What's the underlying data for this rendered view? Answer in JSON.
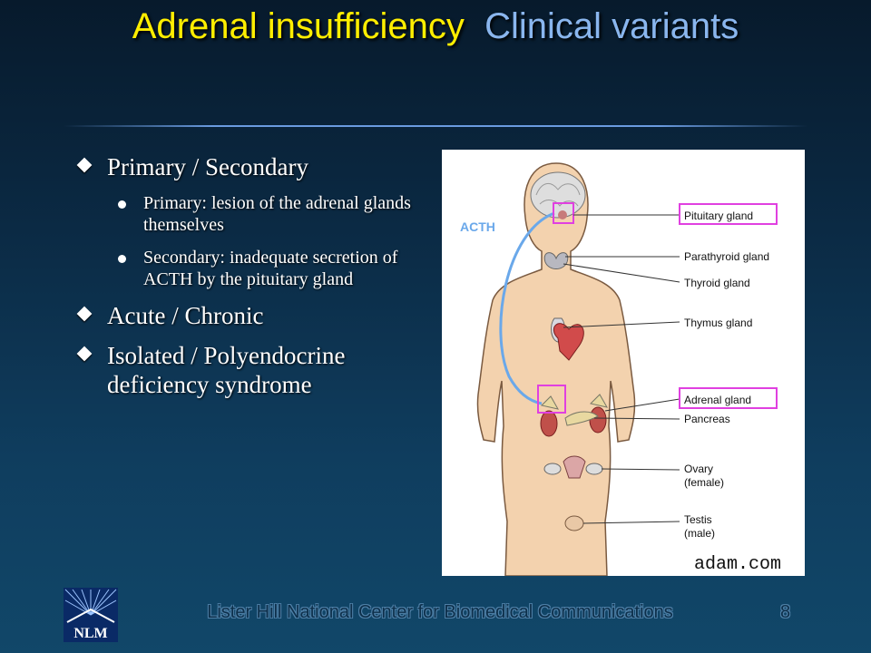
{
  "title": {
    "part1": "Adrenal insufficiency",
    "part2": "Clinical variants"
  },
  "bullets": [
    {
      "text": "Primary / Secondary",
      "sub": [
        "Primary: lesion of the adrenal glands themselves",
        "Secondary: inadequate secretion of ACTH by the pituitary gland"
      ]
    },
    {
      "text": "Acute / Chronic",
      "sub": []
    },
    {
      "text": "Isolated / Polyendocrine deficiency syndrome",
      "sub": []
    }
  ],
  "figure": {
    "acth_label": "ACTH",
    "labels": {
      "pituitary": "Pituitary gland",
      "parathyroid": "Parathyroid gland",
      "thyroid": "Thyroid gland",
      "thymus": "Thymus gland",
      "adrenal": "Adrenal gland",
      "pancreas": "Pancreas",
      "ovary1": "Ovary",
      "ovary2": "(female)",
      "testis1": "Testis",
      "testis2": "(male)"
    },
    "credit": "adam.com"
  },
  "footer": {
    "text": "Lister Hill National Center for Biomedical Communications",
    "page": "8"
  },
  "logo": {
    "text": "NLM"
  },
  "colors": {
    "title_yellow": "#ffee00",
    "title_blue": "#8ab6ee",
    "highlight": "#e040e0",
    "skin": "#f3d2ae"
  }
}
